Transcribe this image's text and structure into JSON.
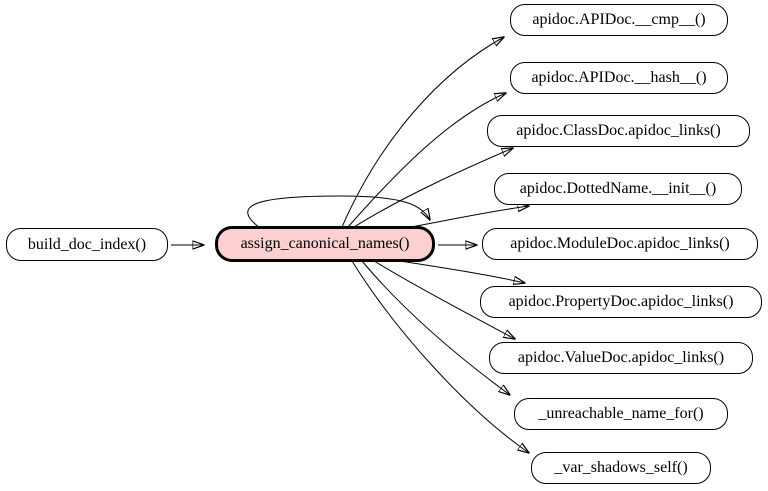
{
  "figure": {
    "type": "call-graph",
    "background_color": "#ffffff",
    "node_border_color": "#000000",
    "edge_color": "#000000",
    "caller": {
      "label": "build_doc_index()"
    },
    "center": {
      "label": "assign_canonical_names()",
      "fill_color": "#fcd0d0",
      "highlighted": true,
      "self_call": true
    },
    "callees": [
      {
        "label": "apidoc.APIDoc.__cmp__()"
      },
      {
        "label": "apidoc.APIDoc.__hash__()"
      },
      {
        "label": "apidoc.ClassDoc.apidoc_links()"
      },
      {
        "label": "apidoc.DottedName.__init__()"
      },
      {
        "label": "apidoc.ModuleDoc.apidoc_links()"
      },
      {
        "label": "apidoc.PropertyDoc.apidoc_links()"
      },
      {
        "label": "apidoc.ValueDoc.apidoc_links()"
      },
      {
        "label": "_unreachable_name_for()"
      },
      {
        "label": "_var_shadows_self()"
      }
    ],
    "edges": [
      {
        "from": "build_doc_index()",
        "to": "assign_canonical_names()"
      },
      {
        "from": "assign_canonical_names()",
        "to": "assign_canonical_names()"
      },
      {
        "from": "assign_canonical_names()",
        "to": "apidoc.APIDoc.__cmp__()"
      },
      {
        "from": "assign_canonical_names()",
        "to": "apidoc.APIDoc.__hash__()"
      },
      {
        "from": "assign_canonical_names()",
        "to": "apidoc.ClassDoc.apidoc_links()"
      },
      {
        "from": "assign_canonical_names()",
        "to": "apidoc.DottedName.__init__()"
      },
      {
        "from": "assign_canonical_names()",
        "to": "apidoc.ModuleDoc.apidoc_links()"
      },
      {
        "from": "assign_canonical_names()",
        "to": "apidoc.PropertyDoc.apidoc_links()"
      },
      {
        "from": "assign_canonical_names()",
        "to": "apidoc.ValueDoc.apidoc_links()"
      },
      {
        "from": "assign_canonical_names()",
        "to": "_unreachable_name_for()"
      },
      {
        "from": "assign_canonical_names()",
        "to": "_var_shadows_self()"
      }
    ]
  }
}
